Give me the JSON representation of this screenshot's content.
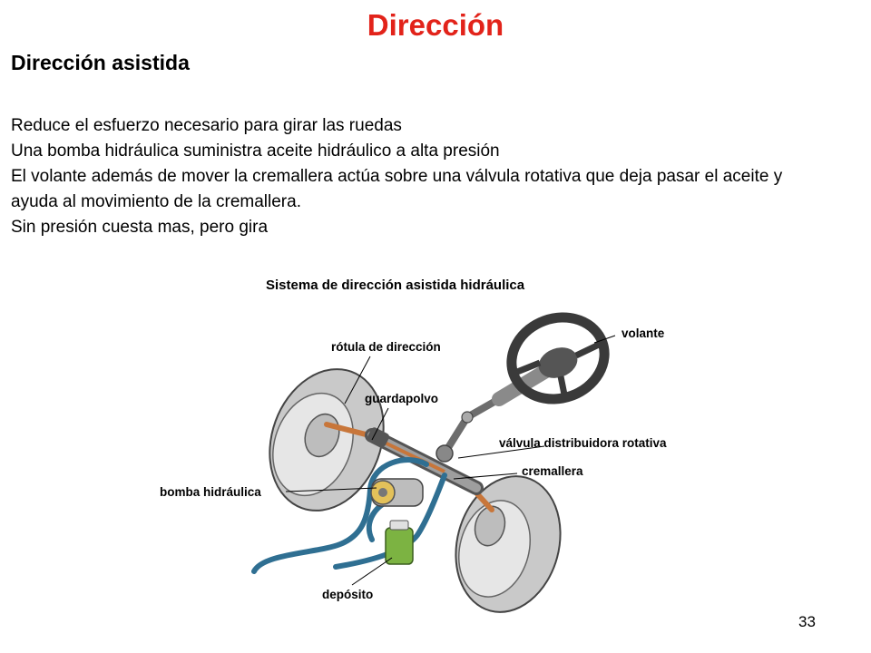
{
  "slide": {
    "title": "Dirección",
    "subtitle": "Dirección asistida",
    "paragraphs": [
      "Reduce el esfuerzo necesario para girar las ruedas",
      "Una bomba hidráulica suministra aceite hidráulico a alta presión",
      "El volante además de mover la cremallera actúa sobre una válvula rotativa que deja pasar el aceite  y ayuda al movimiento de la cremallera.",
      "Sin presión cuesta mas, pero gira"
    ],
    "page_number": "33"
  },
  "figure": {
    "title": "Sistema de dirección asistida hidráulica",
    "labels": {
      "volante": "volante",
      "rotula": "rótula de dirección",
      "guardapolvo": "guardapolvo",
      "valvula": "válvula distribuidora rotativa",
      "cremallera": "cremallera",
      "bomba": "bomba hidráulica",
      "deposito": "depósito"
    }
  },
  "colors": {
    "title": "#e2231a",
    "tire": "#d9d9d9",
    "hydraulic_line": "#2f6f92",
    "reservoir": "#7cb342",
    "rod": "#c8763a"
  }
}
